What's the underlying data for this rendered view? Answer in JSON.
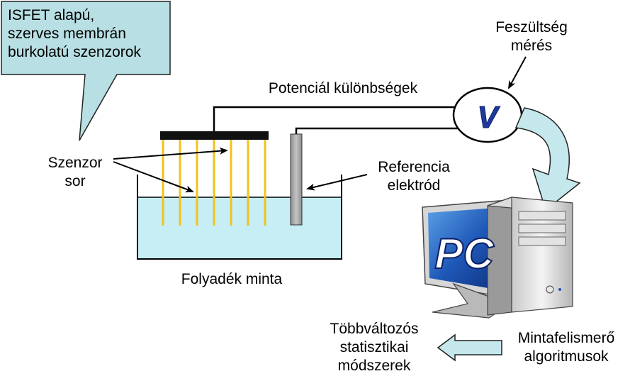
{
  "callout": {
    "lines": [
      "ISFET alapú,",
      "szerves membrán",
      "burkolatú szenzorok"
    ]
  },
  "labels": {
    "sensor_row": [
      "Szenzor",
      "sor"
    ],
    "potential": "Potenciál különbségek",
    "voltage_measure": [
      "Feszültség",
      "mérés"
    ],
    "reference": [
      "Referencia",
      "elektród"
    ],
    "liquid": "Folyadék minta",
    "pattern": [
      "Mintafelismerő",
      "algoritmusok"
    ],
    "stats": [
      "Többváltozós",
      "statisztikai",
      "módszerek"
    ]
  },
  "meter": {
    "symbol": "V"
  },
  "computer": {
    "screen_text": "PC"
  },
  "colors": {
    "liquid": "#c7eef5",
    "callout": "#b8dfe3",
    "arrow_fill": "#c5e8ec",
    "sensor_wire": "#f2c21b",
    "reference_rod": "#a9a9a9",
    "meter_symbol": "#1f3a9e",
    "screen": "#1f58b8"
  }
}
